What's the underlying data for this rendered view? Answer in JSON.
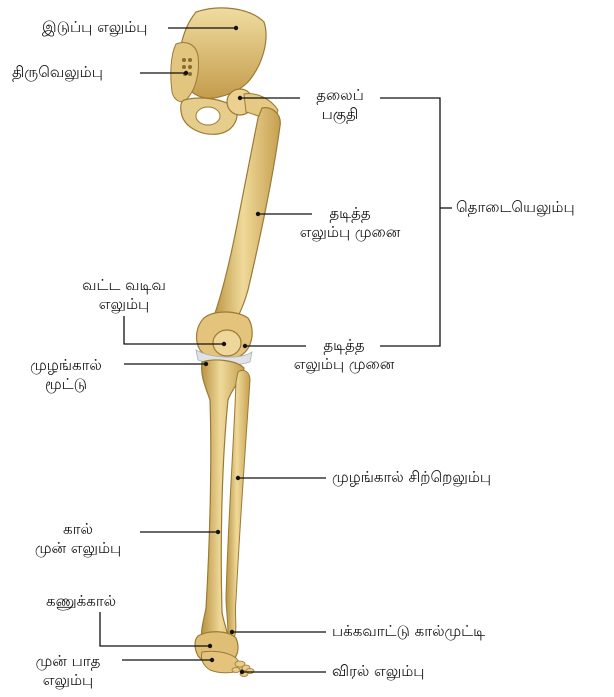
{
  "colors": {
    "bone_light": "#ecd596",
    "bone_mid": "#d8b76a",
    "bone_dark": "#9c7a34",
    "cartilage": "#dfe3e6",
    "leader_line": "#111111"
  },
  "labels": {
    "hip_bone": "இடுப்பு எலும்பு",
    "sacrum": "திருவெலும்பு",
    "femur_head": [
      "தலைப்",
      "பகுதி"
    ],
    "femur": "தொடையெலும்பு",
    "femur_shaft": [
      "தடித்த",
      "எலும்பு முனை"
    ],
    "patella": [
      "வட்ட வடிவ",
      "எலும்பு"
    ],
    "femur_condyle": [
      "தடித்த",
      "எலும்பு முனை"
    ],
    "knee_joint": [
      "முழங்கால்",
      "மூட்டு"
    ],
    "fibula": "முழங்கால் சிற்றெலும்பு",
    "tibia": [
      "கால்",
      "முன் எலும்பு"
    ],
    "ankle": "கணுக்கால்",
    "lateral_malleolus": "பக்கவாட்டு கால்முட்டி",
    "metatarsal": [
      "முன் பாத",
      "எலும்பு"
    ],
    "phalanges": "விரல் எலும்பு"
  }
}
